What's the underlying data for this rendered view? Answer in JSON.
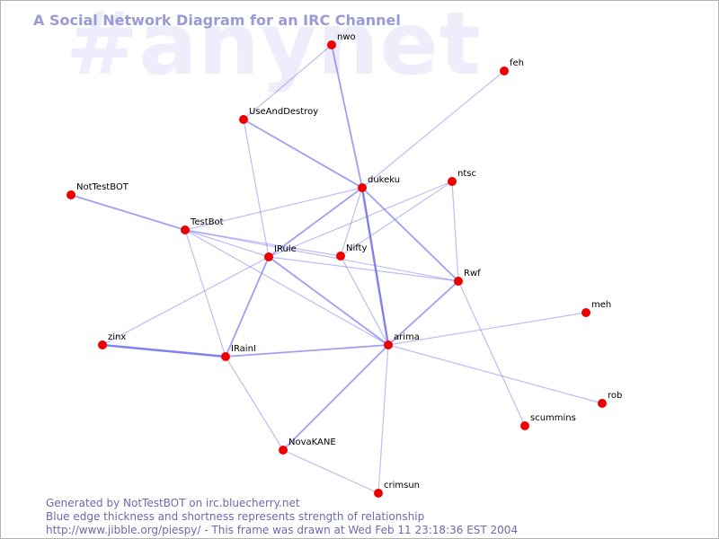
{
  "watermark": "#anynet",
  "title": "A Social Network Diagram for an IRC Channel",
  "colors": {
    "edge": "#6b6bf0",
    "node": "#ee0000",
    "title": "#9a9ad6",
    "footer": "#6a6ab2"
  },
  "nodes": [
    {
      "id": "nwo",
      "label": "nwo"
    },
    {
      "id": "feh",
      "label": "feh"
    },
    {
      "id": "UseAndDestroy",
      "label": "UseAndDestroy"
    },
    {
      "id": "NotTestBOT",
      "label": "NotTestBOT"
    },
    {
      "id": "dukeku",
      "label": "dukeku"
    },
    {
      "id": "ntsc",
      "label": "ntsc"
    },
    {
      "id": "TestBot",
      "label": "TestBot"
    },
    {
      "id": "IRule",
      "label": "IRule"
    },
    {
      "id": "Nifty",
      "label": "Nifty"
    },
    {
      "id": "Rwf",
      "label": "Rwf"
    },
    {
      "id": "meh",
      "label": "meh"
    },
    {
      "id": "zinx",
      "label": "zinx"
    },
    {
      "id": "IRainI",
      "label": "IRainI"
    },
    {
      "id": "arima",
      "label": "arima"
    },
    {
      "id": "rob",
      "label": "rob"
    },
    {
      "id": "scummins",
      "label": "scummins"
    },
    {
      "id": "NovaKANE",
      "label": "NovaKANE"
    },
    {
      "id": "crimsun",
      "label": "crimsun"
    }
  ],
  "edges": [
    {
      "from": "nwo",
      "to": "UseAndDestroy",
      "weight": 1
    },
    {
      "from": "nwo",
      "to": "dukeku",
      "weight": 2
    },
    {
      "from": "feh",
      "to": "dukeku",
      "weight": 1
    },
    {
      "from": "UseAndDestroy",
      "to": "dukeku",
      "weight": 2
    },
    {
      "from": "UseAndDestroy",
      "to": "IRule",
      "weight": 1
    },
    {
      "from": "NotTestBOT",
      "to": "TestBot",
      "weight": 2
    },
    {
      "from": "TestBot",
      "to": "dukeku",
      "weight": 1
    },
    {
      "from": "TestBot",
      "to": "IRule",
      "weight": 1
    },
    {
      "from": "TestBot",
      "to": "Nifty",
      "weight": 1
    },
    {
      "from": "TestBot",
      "to": "Rwf",
      "weight": 1
    },
    {
      "from": "TestBot",
      "to": "arima",
      "weight": 1
    },
    {
      "from": "TestBot",
      "to": "IRainI",
      "weight": 1
    },
    {
      "from": "dukeku",
      "to": "IRule",
      "weight": 2
    },
    {
      "from": "dukeku",
      "to": "Nifty",
      "weight": 1
    },
    {
      "from": "dukeku",
      "to": "arima",
      "weight": 3
    },
    {
      "from": "dukeku",
      "to": "Rwf",
      "weight": 2
    },
    {
      "from": "ntsc",
      "to": "IRule",
      "weight": 1
    },
    {
      "from": "ntsc",
      "to": "Nifty",
      "weight": 1
    },
    {
      "from": "ntsc",
      "to": "Rwf",
      "weight": 1
    },
    {
      "from": "IRule",
      "to": "Rwf",
      "weight": 1
    },
    {
      "from": "IRule",
      "to": "IRainI",
      "weight": 2
    },
    {
      "from": "IRule",
      "to": "arima",
      "weight": 2
    },
    {
      "from": "IRule",
      "to": "zinx",
      "weight": 1
    },
    {
      "from": "Nifty",
      "to": "arima",
      "weight": 1
    },
    {
      "from": "Rwf",
      "to": "arima",
      "weight": 2
    },
    {
      "from": "Rwf",
      "to": "scummins",
      "weight": 1
    },
    {
      "from": "meh",
      "to": "arima",
      "weight": 1
    },
    {
      "from": "zinx",
      "to": "IRainI",
      "weight": 3
    },
    {
      "from": "IRainI",
      "to": "arima",
      "weight": 2
    },
    {
      "from": "IRainI",
      "to": "NovaKANE",
      "weight": 1
    },
    {
      "from": "arima",
      "to": "rob",
      "weight": 1
    },
    {
      "from": "arima",
      "to": "NovaKANE",
      "weight": 2
    },
    {
      "from": "arima",
      "to": "crimsun",
      "weight": 1
    },
    {
      "from": "NovaKANE",
      "to": "crimsun",
      "weight": 1
    }
  ],
  "footer": {
    "line1": "Generated by NotTestBOT on irc.bluecherry.net",
    "line2": "Blue edge thickness and shortness represents strength of relationship",
    "line3": "http://www.jibble.org/piespy/ - This frame was drawn at Wed Feb 11 23:18:36 EST 2004"
  }
}
